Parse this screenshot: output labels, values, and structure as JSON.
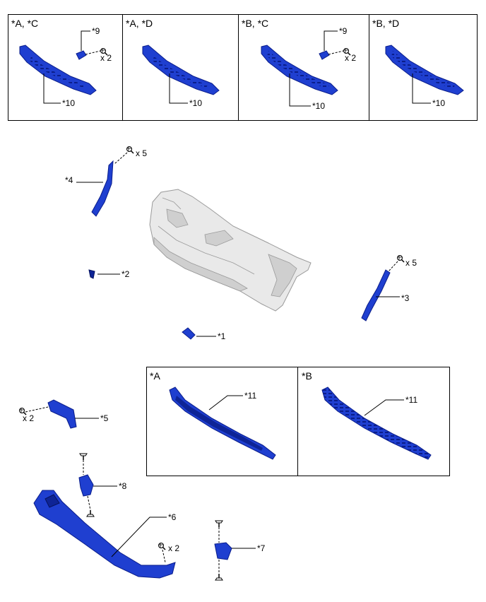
{
  "variant_boxes_top": [
    {
      "header": "*A, *C",
      "labels": [
        "*9",
        "x 2",
        "*10"
      ]
    },
    {
      "header": "*A, *D",
      "labels": [
        "*10"
      ]
    },
    {
      "header": "*B, *C",
      "labels": [
        "*9",
        "x 2",
        "*10"
      ]
    },
    {
      "header": "*B, *D",
      "labels": [
        "*10"
      ]
    }
  ],
  "variant_boxes_bottom": [
    {
      "header": "*A",
      "labels": [
        "*11"
      ]
    },
    {
      "header": "*B",
      "labels": [
        "*11"
      ]
    }
  ],
  "callouts": {
    "p4": "*4",
    "p4_qty": "x 5",
    "p2": "*2",
    "p3": "*3",
    "p3_qty": "x 5",
    "p1": "*1",
    "p5": "*5",
    "p5_qty": "x 2",
    "p8": "*8",
    "p6": "*6",
    "p6_qty": "x 2",
    "p7": "*7"
  },
  "colors": {
    "part": "#1f3fd0",
    "bumper": "#e9e9e9"
  }
}
